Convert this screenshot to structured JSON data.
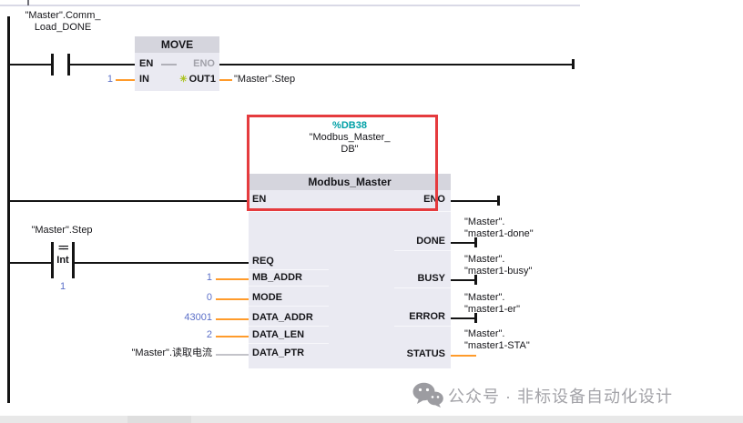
{
  "rung1": {
    "contact_tag_line1": "\"Master\".Comm_",
    "contact_tag_line2": "Load_DONE"
  },
  "move": {
    "title": "MOVE",
    "pin_en": "EN",
    "pin_eno": "ENO",
    "pin_in": "IN",
    "pin_out1": "OUT1",
    "in_value": "1",
    "out_tag": "\"Master\".Step",
    "out_icon": "star-icon",
    "out_icon_glyph": "✳"
  },
  "compare": {
    "tag": "\"Master\".Step",
    "operator": "==",
    "data_type": "Int",
    "value": "1"
  },
  "db_call": {
    "db_number": "%DB38",
    "db_name_line1": "\"Modbus_Master_",
    "db_name_line2": "DB\"",
    "block_title": "Modbus_Master",
    "pin_en": "EN",
    "pin_eno": "ENO"
  },
  "fb_inputs": [
    {
      "pin": "REQ",
      "value": ""
    },
    {
      "pin": "MB_ADDR",
      "value": "1"
    },
    {
      "pin": "MODE",
      "value": "0"
    },
    {
      "pin": "DATA_ADDR",
      "value": "43001"
    },
    {
      "pin": "DATA_LEN",
      "value": "2"
    },
    {
      "pin": "DATA_PTR",
      "value": "\"Master\".读取电流"
    }
  ],
  "fb_outputs": [
    {
      "pin": "DONE",
      "tag_line1": "\"Master\".",
      "tag_line2": "\"master1-done\""
    },
    {
      "pin": "BUSY",
      "tag_line1": "\"Master\".",
      "tag_line2": "\"master1-busy\""
    },
    {
      "pin": "ERROR",
      "tag_line1": "\"Master\".",
      "tag_line2": "\"master1-er\""
    },
    {
      "pin": "STATUS",
      "tag_line1": "\"Master\".",
      "tag_line2": "\"master1-STA\""
    }
  ],
  "watermark": {
    "icon": "wechat-icon",
    "text": "公众号 · 非标设备自动化设计"
  },
  "colors": {
    "db_teal": "#00A0A6",
    "constant_blue": "#5B6FC8",
    "wire_orange": "#FF9B2B",
    "annotation_red": "#E53B3E"
  }
}
